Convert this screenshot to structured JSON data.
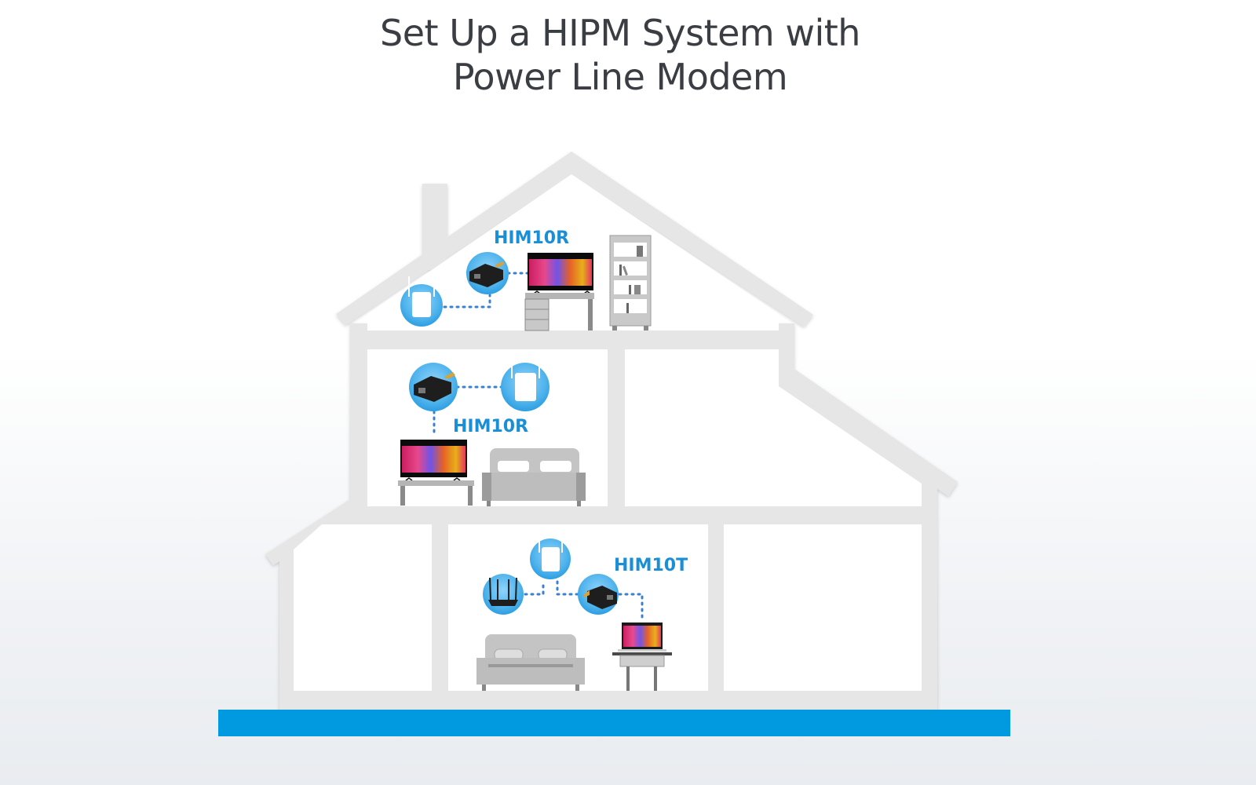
{
  "title": {
    "line1": "Set Up a HIPM System with",
    "line2": "Power Line Modem"
  },
  "colors": {
    "title_text": "#3a3d42",
    "accent_blue": "#1a8fd6",
    "ground_bar": "#0199e0",
    "house_frame": "#e6e6e6",
    "room_fill": "#ffffff",
    "device_circle": "#5ab8ef"
  },
  "floors": {
    "attic": {
      "label": "HIM10R",
      "devices": [
        "powerline-extender",
        "him10r-adapter",
        "tv"
      ],
      "furniture": [
        "tv-desk-with-drawers",
        "bookshelf"
      ]
    },
    "middle": {
      "label": "HIM10R",
      "devices": [
        "him10r-adapter",
        "powerline-extender",
        "tv"
      ],
      "furniture": [
        "tv-stand",
        "sofa"
      ]
    },
    "ground": {
      "label": "HIM10T",
      "devices": [
        "router",
        "powerline-extender",
        "him10t-adapter",
        "laptop"
      ],
      "furniture": [
        "sofa",
        "laptop-table"
      ]
    }
  }
}
